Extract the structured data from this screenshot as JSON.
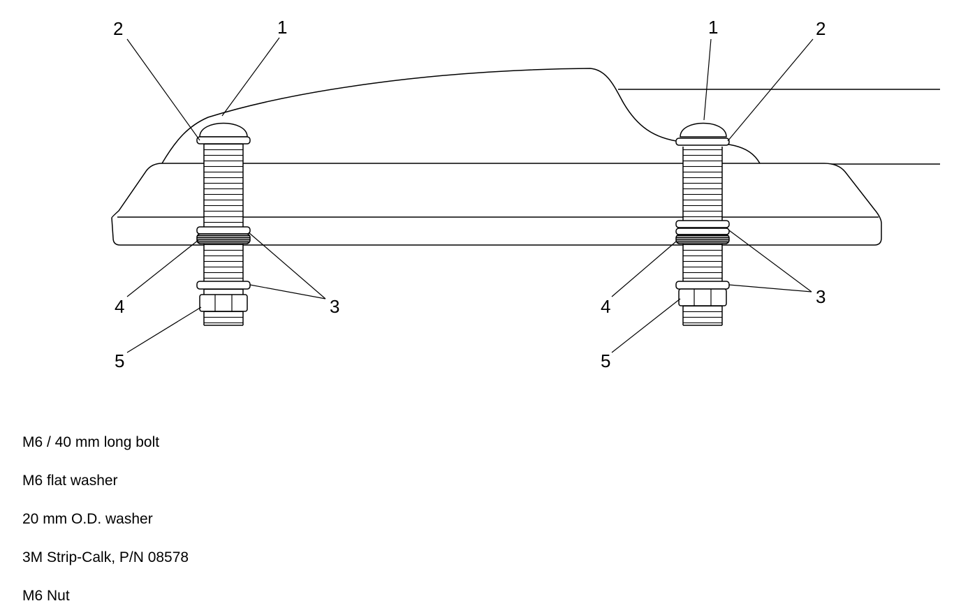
{
  "diagram": {
    "callouts": {
      "left": {
        "bolt": "1",
        "flat_washer": "2",
        "od_washer": "3",
        "strip_calk": "4",
        "nut": "5"
      },
      "right": {
        "bolt": "1",
        "flat_washer": "2",
        "od_washer": "3",
        "strip_calk": "4",
        "nut": "5"
      }
    }
  },
  "legend": {
    "items": [
      "M6 / 40 mm long bolt",
      "M6 flat washer",
      "20 mm O.D. washer",
      "3M Strip-Calk, P/N 08578",
      "M6 Nut"
    ]
  }
}
